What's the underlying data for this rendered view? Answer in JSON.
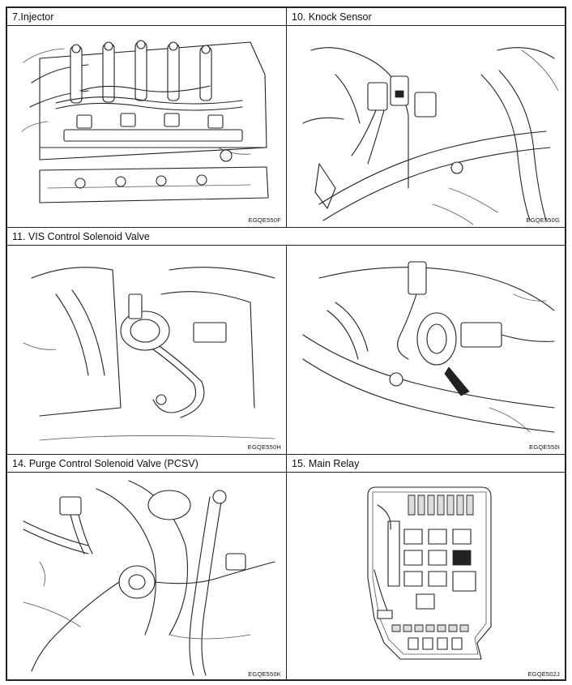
{
  "panels": {
    "injector": {
      "title": "7.Injector",
      "code": "EGQE550F"
    },
    "knock_sensor": {
      "title": "10.  Knock Sensor",
      "code": "EGQE550G"
    },
    "vis_valve": {
      "title": "11.  VIS Control Solenoid Valve",
      "code_left": "EGQE550H",
      "code_right": "EGQE550I"
    },
    "pcsv": {
      "title": "14.  Purge Control Solenoid Valve (PCSV)",
      "code": "EGQE550K"
    },
    "main_relay": {
      "title": "15.  Main Relay",
      "code": "EGQE502J"
    }
  }
}
